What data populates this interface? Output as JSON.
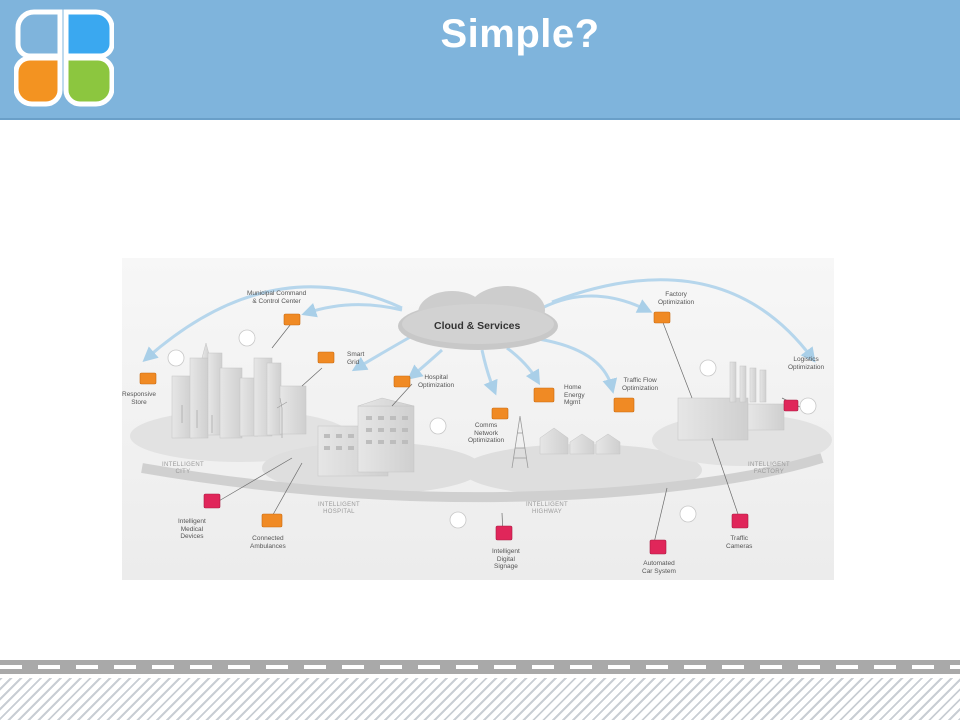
{
  "slide": {
    "title": "Simple?"
  },
  "diagram": {
    "cloud_label": "Cloud & Services",
    "nodes": [
      {
        "id": "municipal",
        "label": "Municipal Command\n& Control Center"
      },
      {
        "id": "smart-grid",
        "label": "Smart\nGrid"
      },
      {
        "id": "responsive-store",
        "label": "Responsive\nStore"
      },
      {
        "id": "hospital-opt",
        "label": "Hospital\nOptimization"
      },
      {
        "id": "comms-net",
        "label": "Comms\nNetwork\nOptimization"
      },
      {
        "id": "home-energy",
        "label": "Home\nEnergy\nMgmt"
      },
      {
        "id": "traffic-flow",
        "label": "Traffic Flow\nOptimization"
      },
      {
        "id": "factory-opt",
        "label": "Factory\nOptimization"
      },
      {
        "id": "logistics-opt",
        "label": "Logistics\nOptimization"
      },
      {
        "id": "intelligent-medical",
        "label": "Intelligent\nMedical\nDevices"
      },
      {
        "id": "connected-ambulances",
        "label": "Connected\nAmbulances"
      },
      {
        "id": "intelligent-signage",
        "label": "Intelligent\nDigital\nSignage"
      },
      {
        "id": "automated-car",
        "label": "Automated\nCar System"
      },
      {
        "id": "traffic-cameras",
        "label": "Traffic\nCameras"
      }
    ],
    "zones": [
      {
        "id": "city",
        "label": "INTELLIGENT\nCITY"
      },
      {
        "id": "hospital",
        "label": "INTELLIGENT\nHOSPITAL"
      },
      {
        "id": "highway",
        "label": "INTELLIGENT\nHIGHWAY"
      },
      {
        "id": "factory",
        "label": "INTELLIGENT\nFACTORY"
      }
    ]
  }
}
